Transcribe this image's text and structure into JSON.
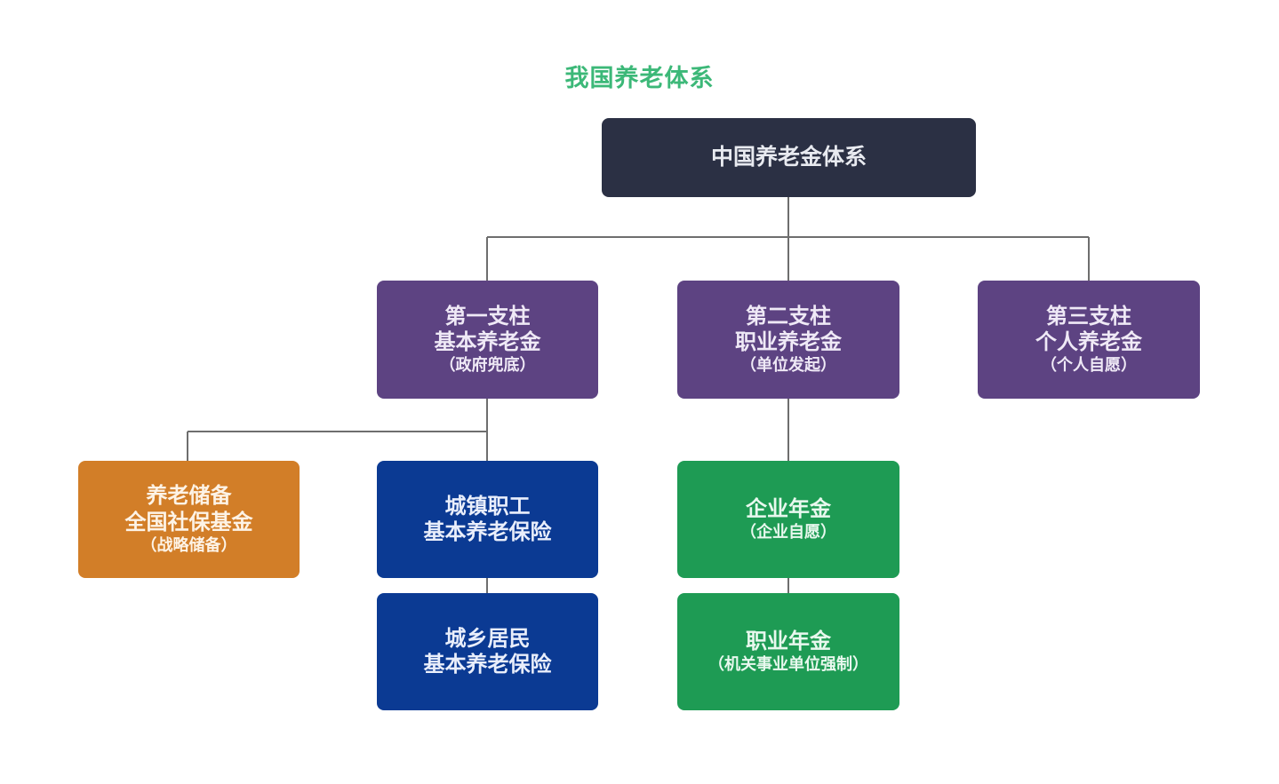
{
  "title": "我国养老体系",
  "title_color": "#3cb878",
  "background_color": "#ffffff",
  "edge_color": "#6e6e6e",
  "nodes": {
    "root": {
      "id": "china-pension-system",
      "lines": [
        "中国养老金体系"
      ],
      "color": "#2b3044",
      "text_color": "#e8eaf0"
    },
    "pillar1": {
      "id": "pillar-one",
      "lines": [
        "第一支柱",
        "基本养老金"
      ],
      "sub": "（政府兜底）",
      "color": "#5d4382",
      "text_color": "#efe9f6"
    },
    "pillar2": {
      "id": "pillar-two",
      "lines": [
        "第二支柱",
        "职业养老金"
      ],
      "sub": "（单位发起）",
      "color": "#5d4382",
      "text_color": "#efe9f6"
    },
    "pillar3": {
      "id": "pillar-three",
      "lines": [
        "第三支柱",
        "个人养老金"
      ],
      "sub": "（个人自愿）",
      "color": "#5d4382",
      "text_color": "#efe9f6"
    },
    "reserve": {
      "id": "national-social-security-fund",
      "lines": [
        "养老储备",
        "全国社保基金"
      ],
      "sub": "（战略储备）",
      "color": "#d27e28",
      "text_color": "#fdf3e6"
    },
    "urban_worker": {
      "id": "urban-worker-basic-pension",
      "lines": [
        "城镇职工",
        "基本养老保险"
      ],
      "sub": "",
      "color": "#0b3a93",
      "text_color": "#e9eefb"
    },
    "urban_rural_resident": {
      "id": "urban-rural-resident-basic-pension",
      "lines": [
        "城乡居民",
        "基本养老保险"
      ],
      "sub": "",
      "color": "#0b3a93",
      "text_color": "#e9eefb"
    },
    "enterprise_annuity": {
      "id": "enterprise-annuity",
      "lines": [
        "企业年金"
      ],
      "sub": "（企业自愿）",
      "color": "#1e9b54",
      "text_color": "#e8f8ee"
    },
    "occupational_annuity": {
      "id": "occupational-annuity",
      "lines": [
        "职业年金"
      ],
      "sub": "（机关事业单位强制）",
      "color": "#1e9b54",
      "text_color": "#e8f8ee"
    }
  },
  "edges": [
    {
      "from": "root",
      "to": "pillar1"
    },
    {
      "from": "root",
      "to": "pillar2"
    },
    {
      "from": "root",
      "to": "pillar3"
    },
    {
      "from": "pillar1",
      "to": "reserve"
    },
    {
      "from": "pillar1",
      "to": "urban_worker"
    },
    {
      "from": "urban_worker",
      "to": "urban_rural_resident"
    },
    {
      "from": "pillar2",
      "to": "enterprise_annuity"
    },
    {
      "from": "enterprise_annuity",
      "to": "occupational_annuity"
    }
  ]
}
